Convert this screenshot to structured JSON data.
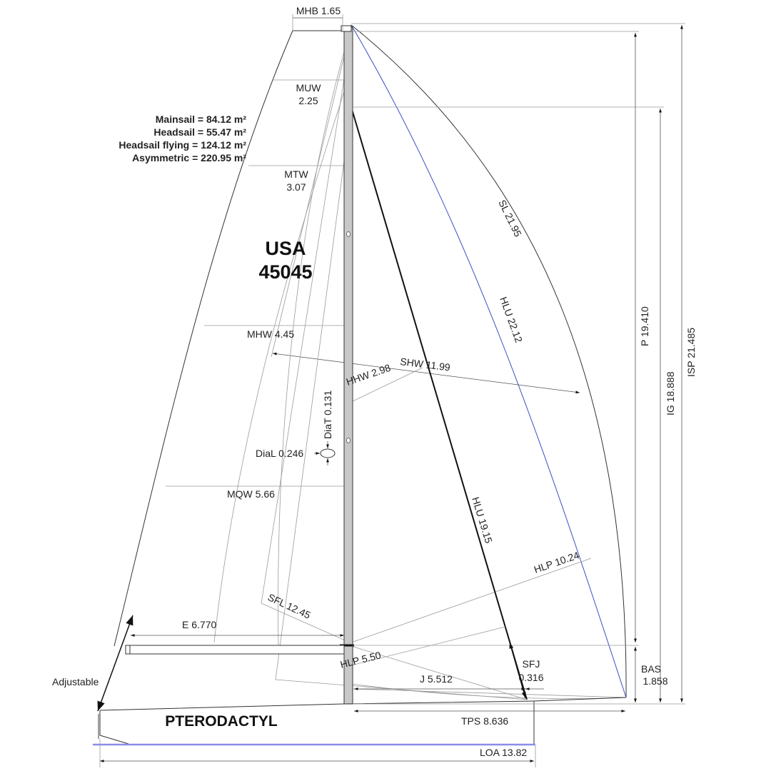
{
  "colors": {
    "outline": "#333333",
    "guide": "#9a9a9a",
    "blue_curve": "#3d4fc4",
    "waterline": "#8a8ee6",
    "mast_fill": "#c8c8c8"
  },
  "boat": {
    "sail_number_line1": "USA",
    "sail_number_line2": "45045",
    "name": "PTERODACTYL"
  },
  "areas": {
    "mainsail": "Mainsail = 84.12 m²",
    "headsail": "Headsail = 55.47 m²",
    "headsail_flying": "Headsail flying = 124.12 m²",
    "asymmetric": "Asymmetric = 220.95 m²"
  },
  "dimensions": {
    "mhb": "MHB 1.65",
    "muw_name": "MUW",
    "muw_value": "2.25",
    "mtw_name": "MTW",
    "mtw_value": "3.07",
    "mhw": "MHW 4.45",
    "mqw": "MQW 5.66",
    "diat": "DiaT 0.131",
    "dial": "DiaL 0.246",
    "hhw": "HHW 2.98",
    "shw": "SHW 11.99",
    "sl": "SL 21.95",
    "hlu_asym": "HLU 22.12",
    "hlu_jib": "HLU 19.15",
    "hlp_asym": "HLP 10.24",
    "hlp_jib": "HLP 5.50",
    "sfl": "SFL 12.45",
    "e": "E 6.770",
    "j": "J 5.512",
    "sfj_name": "SFJ",
    "sfj_value": "0.316",
    "bas_name": "BAS",
    "bas_value": "1.858",
    "p": "P 19.410",
    "ig": "IG 18.888",
    "isp": "ISP 21.485",
    "tps": "TPS 8.636",
    "loa": "LOA 13.82",
    "adjustable": "Adjustable"
  }
}
